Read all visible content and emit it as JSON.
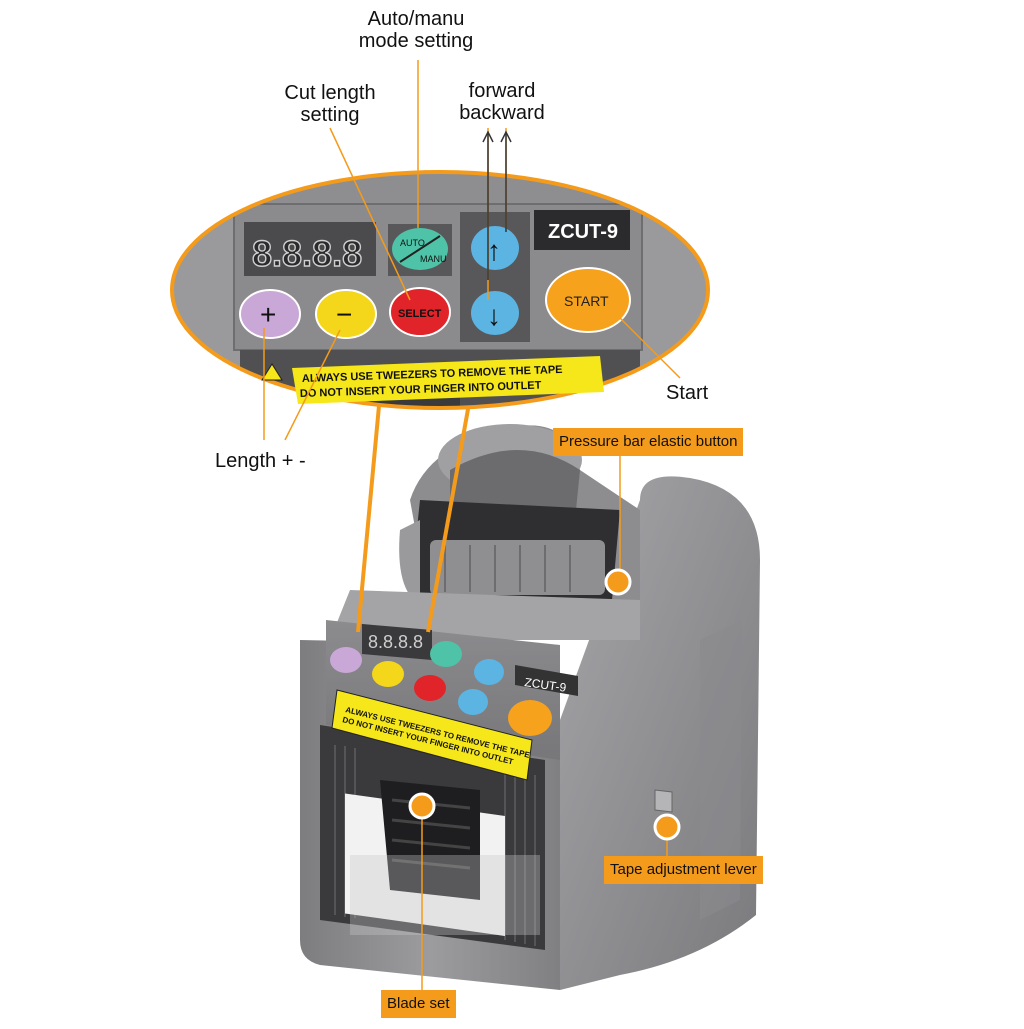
{
  "machine": {
    "model": "ZCUT-9",
    "display": "8.8.8.8",
    "auto_top": "AUTO",
    "auto_bottom": "MANU",
    "plus": "+",
    "minus": "−",
    "select": "SELECT",
    "start": "START",
    "up": "↑",
    "down": "↓",
    "warning_line1": "ALWAYS USE TWEEZERS TO REMOVE THE TAPE",
    "warning_line2": "DO NOT INSERT YOUR FINGER INTO OUTLET",
    "caution": "CAUTION"
  },
  "callouts": {
    "auto_manu_line1": "Auto/manu",
    "auto_manu_line2": "mode setting",
    "cut_length_line1": "Cut length",
    "cut_length_line2": "setting",
    "fwd_line1": "forward",
    "fwd_line2": "backward",
    "start": "Start",
    "length": "Length + -"
  },
  "tags": {
    "pressure_bar": "Pressure bar elastic button",
    "tape_lever": "Tape adjustment lever",
    "blade_set": "Blade set"
  },
  "colors": {
    "accent": "#f49b1b",
    "plus_btn": "#c9a7d6",
    "minus_btn": "#f4d61a",
    "select_btn": "#e0242a",
    "auto_btn": "#4fc3a8",
    "arrow_btn": "#5cb4e3",
    "start_btn": "#f7a21c",
    "body": "#8d8d8f"
  }
}
